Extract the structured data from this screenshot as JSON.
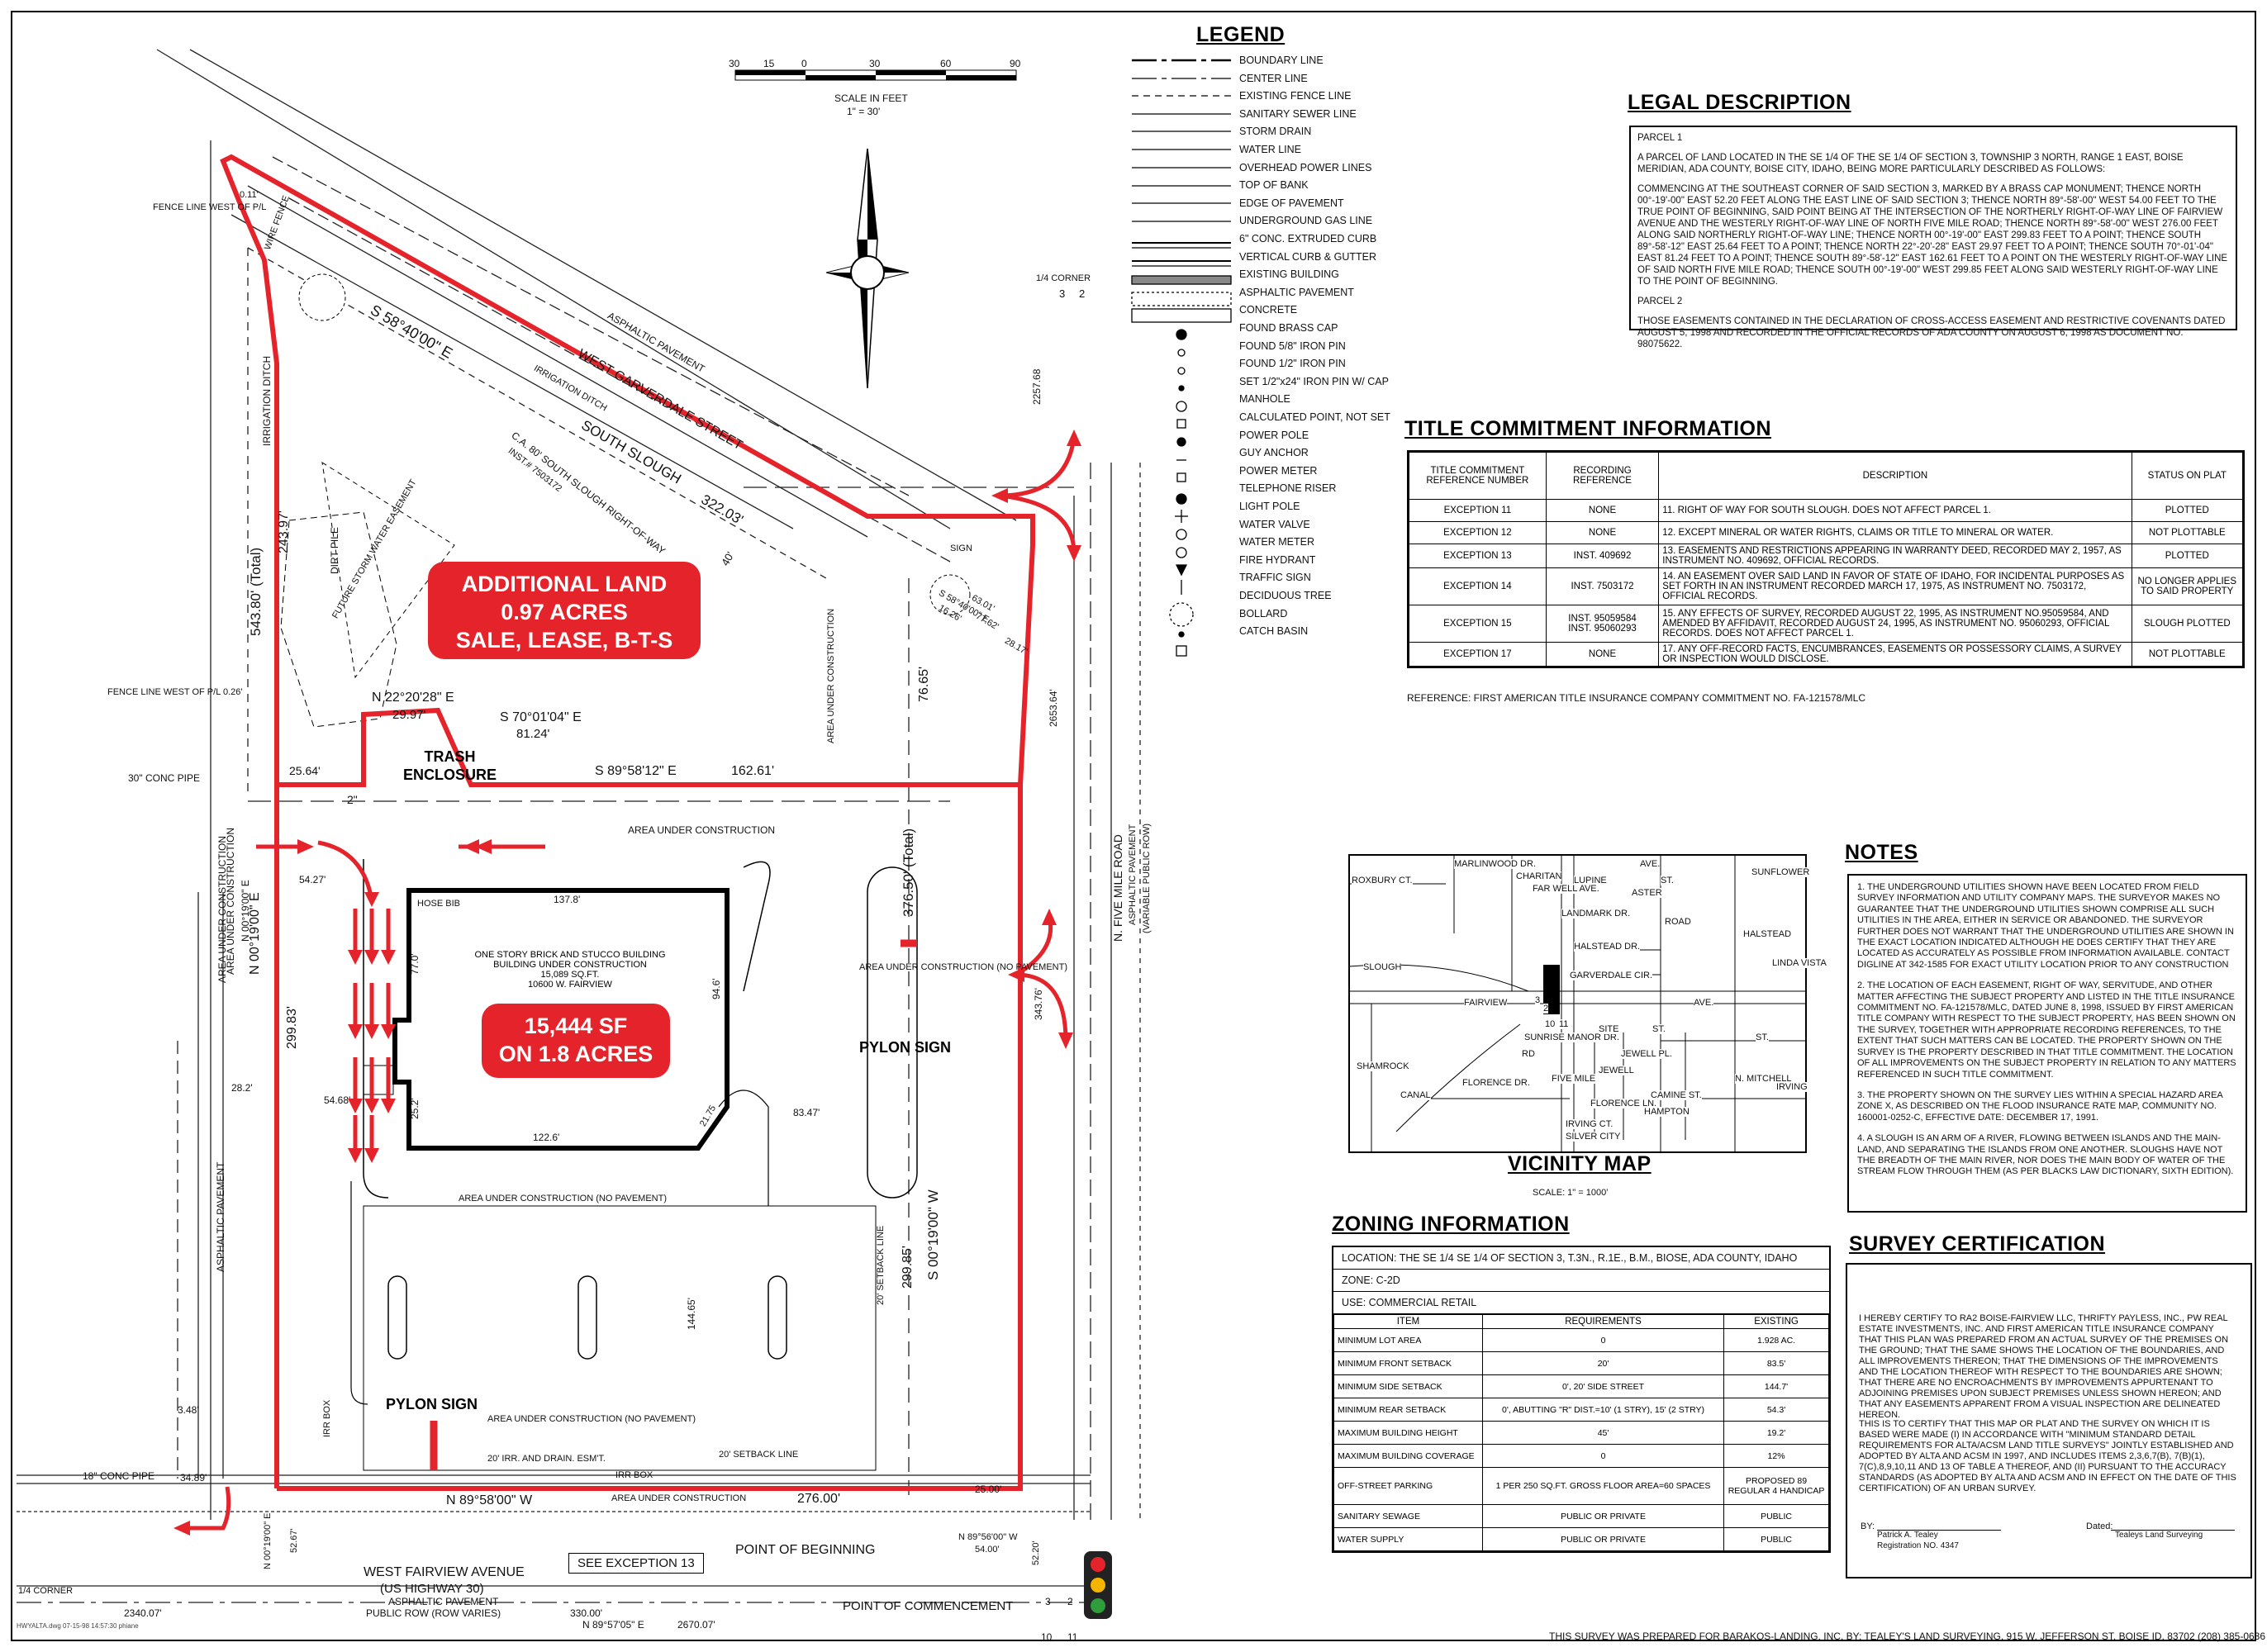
{
  "legend": {
    "title": "LEGEND",
    "items": [
      "BOUNDARY LINE",
      "CENTER LINE",
      "EXISTING FENCE LINE",
      "SANITARY SEWER LINE",
      "STORM DRAIN",
      "WATER LINE",
      "OVERHEAD POWER LINES",
      "TOP OF BANK",
      "EDGE OF PAVEMENT",
      "UNDERGROUND GAS LINE",
      "6\" CONC. EXTRUDED CURB",
      "VERTICAL CURB & GUTTER",
      "EXISTING BUILDING",
      "ASPHALTIC PAVEMENT",
      "CONCRETE",
      "FOUND BRASS CAP",
      "FOUND 5/8\" IRON PIN",
      "FOUND 1/2\" IRON PIN",
      "SET 1/2\"x24\" IRON PIN W/ CAP",
      "MANHOLE",
      "CALCULATED POINT, NOT SET",
      "POWER POLE",
      "GUY ANCHOR",
      "POWER METER",
      "TELEPHONE RISER",
      "LIGHT POLE",
      "WATER VALVE",
      "WATER METER",
      "FIRE HYDRANT",
      "TRAFFIC SIGN",
      "DECIDUOUS TREE",
      "BOLLARD",
      "CATCH BASIN"
    ]
  },
  "scale": {
    "ticks": [
      "30",
      "15",
      "0",
      "30",
      "60",
      "90"
    ],
    "label1": "SCALE IN FEET",
    "label2": "1\" = 30'"
  },
  "legal": {
    "title": "LEGAL DESCRIPTION",
    "p1_head": "PARCEL 1",
    "p1_a": "A PARCEL OF LAND LOCATED IN THE SE 1/4 OF THE SE 1/4 OF SECTION 3, TOWNSHIP 3 NORTH, RANGE 1 EAST, BOISE MERIDIAN, ADA COUNTY, BOISE CITY, IDAHO, BEING MORE PARTICULARLY DESCRIBED AS FOLLOWS:",
    "p1_b": "COMMENCING AT THE SOUTHEAST CORNER OF SAID SECTION 3, MARKED BY A BRASS CAP MONUMENT; THENCE NORTH 00°-19'-00\" EAST 52.20 FEET ALONG THE EAST LINE OF SAID SECTION 3; THENCE NORTH 89°-58'-00\" WEST 54.00 FEET TO THE TRUE POINT OF BEGINNING, SAID POINT BEING AT THE INTERSECTION OF THE NORTHERLY RIGHT-OF-WAY LINE OF FAIRVIEW AVENUE AND THE WESTERLY RIGHT-OF-WAY LINE OF NORTH FIVE MILE ROAD; THENCE NORTH 89°-58'-00\" WEST 276.00 FEET ALONG SAID NORTHERLY RIGHT-OF-WAY LINE; THENCE NORTH 00°-19'-00\" EAST 299.83 FEET TO A POINT; THENCE SOUTH 89°-58'-12\" EAST 25.64 FEET TO A POINT; THENCE NORTH 22°-20'-28\" EAST 29.97 FEET TO A POINT; THENCE SOUTH 70°-01'-04\" EAST 81.24 FEET TO A POINT; THENCE SOUTH 89°-58'-12\" EAST 162.61 FEET TO A POINT ON THE WESTERLY RIGHT-OF-WAY LINE OF SAID NORTH FIVE MILE ROAD; THENCE SOUTH 00°-19'-00\" WEST 299.85 FEET ALONG SAID WESTERLY RIGHT-OF-WAY LINE TO THE POINT OF BEGINNING.",
    "p2_head": "PARCEL 2",
    "p2": "THOSE EASEMENTS CONTAINED IN THE DECLARATION OF CROSS-ACCESS EASEMENT AND RESTRICTIVE COVENANTS DATED AUGUST 5, 1998 AND RECORDED IN THE OFFICIAL RECORDS OF ADA COUNTY ON AUGUST 6, 1998 AS DOCUMENT NO. 98075622."
  },
  "title_commitment": {
    "title": "TITLE COMMITMENT INFORMATION",
    "headers": [
      "TITLE COMMITMENT REFERENCE NUMBER",
      "RECORDING REFERENCE",
      "DESCRIPTION",
      "STATUS ON PLAT"
    ],
    "rows": [
      [
        "EXCEPTION 11",
        "NONE",
        "11. RIGHT OF WAY FOR SOUTH SLOUGH. DOES NOT AFFECT PARCEL 1.",
        "PLOTTED"
      ],
      [
        "EXCEPTION 12",
        "NONE",
        "12. EXCEPT MINERAL OR WATER RIGHTS, CLAIMS OR TITLE TO MINERAL OR WATER.",
        "NOT PLOTTABLE"
      ],
      [
        "EXCEPTION 13",
        "INST. 409692",
        "13. EASEMENTS AND RESTRICTIONS APPEARING IN WARRANTY DEED, RECORDED MAY 2, 1957, AS INSTRUMENT NO. 409692, OFFICIAL RECORDS.",
        "PLOTTED"
      ],
      [
        "EXCEPTION 14",
        "INST. 7503172",
        "14. AN EASEMENT OVER SAID LAND IN FAVOR OF STATE OF IDAHO, FOR INCIDENTAL PURPOSES AS SET FORTH IN AN INSTRUMENT RECORDED MARCH 17, 1975, AS INSTRUMENT NO. 7503172, OFFICIAL RECORDS.",
        "NO LONGER APPLIES TO SAID PROPERTY"
      ],
      [
        "EXCEPTION 15",
        "INST. 95059584\nINST. 95060293",
        "15. ANY EFFECTS OF SURVEY, RECORDED AUGUST 22, 1995, AS INSTRUMENT NO.95059584, AND AMENDED BY AFFIDAVIT, RECORDED AUGUST 24, 1995, AS INSTRUMENT NO. 95060293, OFFICIAL RECORDS. DOES NOT AFFECT PARCEL 1.",
        "SLOUGH PLOTTED"
      ],
      [
        "EXCEPTION 17",
        "NONE",
        "17. ANY OFF-RECORD FACTS, ENCUMBRANCES, EASEMENTS OR POSSESSORY CLAIMS, A SURVEY OR INSPECTION WOULD DISCLOSE.",
        "NOT PLOTTABLE"
      ]
    ],
    "reference": "REFERENCE: FIRST AMERICAN TITLE INSURANCE COMPANY COMMITMENT NO. FA-121578/MLC"
  },
  "notes": {
    "title": "NOTES",
    "items": [
      "1. THE UNDERGROUND UTILITIES SHOWN HAVE BEEN LOCATED FROM FIELD SURVEY INFORMATION AND UTILITY COMPANY MAPS. THE SURVEYOR MAKES NO GUARANTEE THAT THE UNDERGROUND UTILITIES SHOWN COMPRISE ALL SUCH UTILITIES IN THE AREA, EITHER IN SERVICE OR ABANDONED. THE SURVEYOR FURTHER DOES NOT WARRANT THAT THE UNDERGROUND UTILITIES ARE SHOWN IN THE EXACT LOCATION INDICATED ALTHOUGH HE DOES CERTIFY THAT THEY ARE LOCATED AS ACCURATELY AS POSSIBLE FROM INFORMATION AVAILABLE. CONTACT DIGLINE AT 342-1585 FOR EXACT UTILITY LOCATION PRIOR TO ANY CONSTRUCTION",
      "2. THE LOCATION OF EACH EASEMENT, RIGHT OF WAY, SERVITUDE, AND OTHER MATTER AFFECTING THE SUBJECT PROPERTY AND LISTED IN THE TITLE INSURANCE COMMITMENT NO. FA-121578/MLC, DATED JUNE 8, 1998, ISSUED BY FIRST AMERICAN TITLE COMPANY WITH RESPECT TO THE SUBJECT PROPERTY, HAS BEEN SHOWN ON THE SURVEY, TOGETHER WITH APPROPRIATE RECORDING REFERENCES, TO THE EXTENT THAT SUCH MATTERS CAN BE LOCATED. THE PROPERTY SHOWN ON THE SURVEY IS THE PROPERTY DESCRIBED IN THAT TITLE COMMITMENT. THE LOCATION OF ALL IMPROVEMENTS ON THE SUBJECT PROPERTY IN RELATION TO ANY MATTERS REFERENCED IN SUCH TITLE COMMITMENT.",
      "3. THE PROPERTY SHOWN ON THE SURVEY LIES WITHIN A SPECIAL HAZARD AREA ZONE X, AS DESCRIBED ON THE FLOOD INSURANCE RATE MAP, COMMUNITY NO. 160001-0252-C, EFFECTIVE DATE: DECEMBER 17, 1991.",
      "4. A SLOUGH IS AN ARM OF A RIVER, FLOWING BETWEEN ISLANDS AND THE MAIN-LAND, AND SEPARATING THE ISLANDS FROM ONE ANOTHER. SLOUGHS HAVE NOT THE BREADTH OF THE MAIN RIVER, NOR DOES THE MAIN BODY OF WATER OF THE STREAM FLOW THROUGH THEM (AS PER BLACKS LAW DICTIONARY, SIXTH EDITION)."
    ]
  },
  "vicinity": {
    "title": "VICINITY MAP",
    "scale": "SCALE: 1\" = 1000'",
    "labels": [
      "ROXBURY CT.",
      "MARLINWOOD DR.",
      "CHARITAN",
      "LUPINE",
      "ASTER",
      "AVE.",
      "ST.",
      "SUNFLOWER",
      "FAR WELL AVE.",
      "LANDMARK DR.",
      "HALSTEAD DR.",
      "HALSTEAD",
      "ROAD",
      "GARVERDALE CIR.",
      "SLOUGH",
      "FAIRVIEW",
      "AVE.",
      "LINDA VISTA",
      "ST.",
      "SHAMROCK",
      "SUNRISE MANOR DR.",
      "RD",
      "SITE",
      "JEWELL PL.",
      "JEWELL",
      "FLORENCE DR.",
      "FIVE MILE",
      "FLORENCE LN.",
      "CANAL",
      "IRVING CT.",
      "SILVER CITY",
      "CAMINE ST.",
      "HAMPTON",
      "N. MITCHELL",
      "IRVING",
      "ST.",
      "3",
      "2",
      "10",
      "11"
    ]
  },
  "zoning": {
    "title": "ZONING INFORMATION",
    "location": "LOCATION:  THE SE 1/4 SE 1/4 OF SECTION 3, T.3N., R.1E., B.M., BIOSE, ADA COUNTY, IDAHO",
    "zone": "ZONE:  C-2D",
    "use": "USE:   COMMERCIAL RETAIL",
    "headers": [
      "ITEM",
      "REQUIREMENTS",
      "EXISTING"
    ],
    "rows": [
      [
        "MINIMUM LOT AREA",
        "0",
        "1.928 AC."
      ],
      [
        "MINIMUM FRONT SETBACK",
        "20'",
        "83.5'"
      ],
      [
        "MINIMUM SIDE SETBACK",
        "0', 20' SIDE STREET",
        "144.7'"
      ],
      [
        "MINIMUM REAR SETBACK",
        "0', ABUTTING \"R\" DIST.=10' (1 STRY), 15' (2 STRY)",
        "54.3'"
      ],
      [
        "MAXIMUM BUILDING HEIGHT",
        "45'",
        "19.2'"
      ],
      [
        "MAXIMUM BUILDING COVERAGE",
        "0",
        "12%"
      ],
      [
        "OFF-STREET PARKING",
        "1 PER 250 SQ.FT. GROSS FLOOR AREA=60 SPACES",
        "PROPOSED 89 REGULAR 4 HANDICAP"
      ],
      [
        "SANITARY SEWAGE",
        "PUBLIC OR PRIVATE",
        "PUBLIC"
      ],
      [
        "WATER SUPPLY",
        "PUBLIC OR PRIVATE",
        "PUBLIC"
      ]
    ]
  },
  "certification": {
    "title": "SURVEY CERTIFICATION",
    "body": "I HEREBY CERTIFY TO RA2 BOISE-FAIRVIEW LLC, THRIFTY PAYLESS, INC., PW REAL ESTATE INVESTMENTS, INC. AND FIRST AMERICAN TITLE INSURANCE COMPANY THAT THIS PLAN WAS PREPARED FROM AN ACTUAL SURVEY OF THE PREMISES ON THE GROUND; THAT THE SAME SHOWS THE LOCATION OF THE BOUNDARIES, AND ALL IMPROVEMENTS THEREON; THAT THE DIMENSIONS OF THE IMPROVEMENTS AND THE LOCATION THEREOF WITH RESPECT TO THE BOUNDARIES ARE SHOWN; THAT THERE ARE NO ENCROACHMENTS BY IMPROVEMENTS APPURTENANT TO ADJOINING PREMISES UPON SUBJECT PREMISES UNLESS SHOWN HEREON; AND THAT ANY EASEMENTS APPARENT FROM A VISUAL INSPECTION ARE DELINEATED HEREON.",
    "body2": "THIS IS TO CERTIFY THAT THIS MAP OR PLAT AND THE SURVEY ON WHICH IT IS BASED WERE MADE (I) IN ACCORDANCE WITH \"MINIMUM STANDARD DETAIL REQUIREMENTS FOR ALTA/ACSM LAND TITLE SURVEYS\" JOINTLY ESTABLISHED AND ADOPTED BY ALTA AND ACSM IN 1997, AND INCLUDES ITEMS 2,3,6,7(b), 7(b)(1), 7(c),8,9,10,11 AND 13 OF TABLE A THEREOF, AND (II) PURSUANT TO THE ACCURACY STANDARDS (AS ADOPTED BY ALTA AND ACSM AND IN EFFECT ON THE DATE OF THIS CERTIFICATION) OF AN URBAN SURVEY.",
    "by": "BY:",
    "name": "Patrick A. Tealey",
    "reg": "Registration NO. 4347",
    "dated": "Dated:",
    "firm": "Tealeys Land Surveying"
  },
  "footer": "THIS SURVEY WAS PREPARED FOR BARAKOS-LANDING, INC. BY:  TEALEY'S LAND SURVEYING, 915 W. JEFFERSON ST, BOISE ID. 83702 (208) 385-0636",
  "file_stamp": "HWYALTA.dwg   07-15-98   14:57:30   phiane",
  "callouts": {
    "additional": [
      "ADDITIONAL LAND",
      "0.97 ACRES",
      "SALE, LEASE, B-T-S"
    ],
    "building": [
      "15,444 SF",
      "ON 1.8 ACRES"
    ],
    "pylon1": "PYLON SIGN",
    "pylon2": "PYLON SIGN",
    "trash": [
      "TRASH",
      "ENCLOSURE"
    ]
  },
  "building_text": [
    "ONE STORY BRICK AND STUCCO BUILDING",
    "BUILDING UNDER CONSTRUCTION",
    "15,089 SQ.FT.",
    "10600 W. FAIRVIEW"
  ],
  "plan_labels": {
    "west_garverdale": "WEST GARVERDALE STREET",
    "asph1": "ASPHALTIC PAVEMENT",
    "south_slough": "SOUTH SLOUGH",
    "irr_ditch": "IRRIGATION DITCH",
    "ca_80": "C.A. 80' SOUTH SLOUGH RIGHT-OF-WAY",
    "inst": "INST.# 7503172",
    "irr_ditch2": "IRRIGATION DITCH",
    "wire_fence": "WIRE FENCE",
    "fence_line": "FENCE LINE WEST OF P/L",
    "fence_line2": "FENCE LINE WEST OF P/L 0.26'",
    "dirt_pile": "DIRT PILE",
    "future_storm": "FUTURE STORM WATER EASEMENT",
    "s58": "S 58°40'00\" E",
    "d322": "322.03'",
    "d40": "40'",
    "d243": "243.97'",
    "d543": "543.80' (Total)",
    "n22": "N 22°20'28\" E",
    "d2997": "29.97'",
    "s70": "S 70°01'04\" E",
    "d8124": "81.24'",
    "d2564": "25.64'",
    "s89": "S 89°58'12\" E",
    "d16261": "162.61'",
    "conc_pipe30": "30\" CONC PIPE",
    "d2": "2\"",
    "area_uc": "AREA UNDER CONSTRUCTION",
    "area_uc2": "AREA UNDER CONSTRUCTION",
    "area_uc3": "AREA UNDER CONSTRUCTION",
    "area_uc4": "AREA UNDER CONSTRUCTION (NO PAVEMENT)",
    "area_uc5": "AREA UNDER CONSTRUCTION (NO PAVEMENT)",
    "area_uc6": "AREA UNDER CONSTRUCTION (NO PAVEMENT)",
    "area_uc7": "AREA UNDER CONSTRUCTION",
    "hose_bib": "HOSE BIB",
    "d1378": "137.8'",
    "d770": "77.0'",
    "d946": "94.6'",
    "d1226": "122.6'",
    "d252": "25.2'",
    "d2175": "21.75",
    "d8347": "83.47'",
    "d5427": "54.27'",
    "d5468": "54.68'",
    "d282": "28.2'",
    "d299": "299.83'",
    "n0019": "N 00°19'00\" E",
    "d37650": "376.50' (Total)",
    "d7665": "76.65'",
    "d34376": "343.76'",
    "s0019": "S 00°19'00\" W",
    "d29985": "299.85'",
    "d14465": "144.65'",
    "setback20": "20' SETBACK LINE",
    "setback20b": "20' SETBACK LINE",
    "irr_drain": "20' IRR. AND DRAIN. ESM'T.",
    "irr_box": "IRR BOX",
    "irr_box2": "IRR BOX",
    "d348": "3.48'",
    "d3489": "34.89'",
    "conc18": "18\" CONC PIPE",
    "n8958": "N 89°58'00\" W",
    "d27600": "276.00'",
    "d2500": "25.00'",
    "pob": "POINT OF BEGINNING",
    "poc": "POINT OF COMMENCEMENT",
    "see_exc": "SEE EXCEPTION 13",
    "west_fairview": "WEST FAIRVIEW AVENUE",
    "us_hwy": "(US HIGHWAY 30)",
    "asph_pave": "ASPHALTIC PAVEMENT",
    "public_row": "PUBLIC ROW (ROW VARIES)",
    "five_mile": "N. FIVE MILE ROAD",
    "five_mile2": "ASPHALTIC PAVEMENT",
    "five_mile3": "(VARIABLE PUBLIC ROW)",
    "corner_q": "1/4 CORNER",
    "corner_q2": "1/4 CORNER",
    "d225768": "2257.68",
    "d265364": "2653.64'",
    "d234007": "2340.07'",
    "d33000": "330.00'",
    "d267007": "2670.07'",
    "n8957": "N 89°57'05\" E",
    "n8956": "N 89°56'00\" W",
    "d5400": "54.00'",
    "d5220": "52.20'",
    "n0019b": "N 00°19'00\" E",
    "d5267": "52.67'",
    "sign": "SIGN",
    "asph_left": "ASPHALTIC PAVEMENT",
    "area_left": "AREA UNDER CONSTRUCTION",
    "n0019c": "N 00°19'00\" E",
    "s58b": "S 58°40'00\" E",
    "d6301": "63.01'",
    "d1626": "16.26'",
    "d7762": "77.62'",
    "d2817": "28.17'",
    "d011": "0.11'",
    "ten": "10",
    "eleven": "11",
    "three": "3",
    "two": "2",
    "three2": "3",
    "two2": "2"
  }
}
